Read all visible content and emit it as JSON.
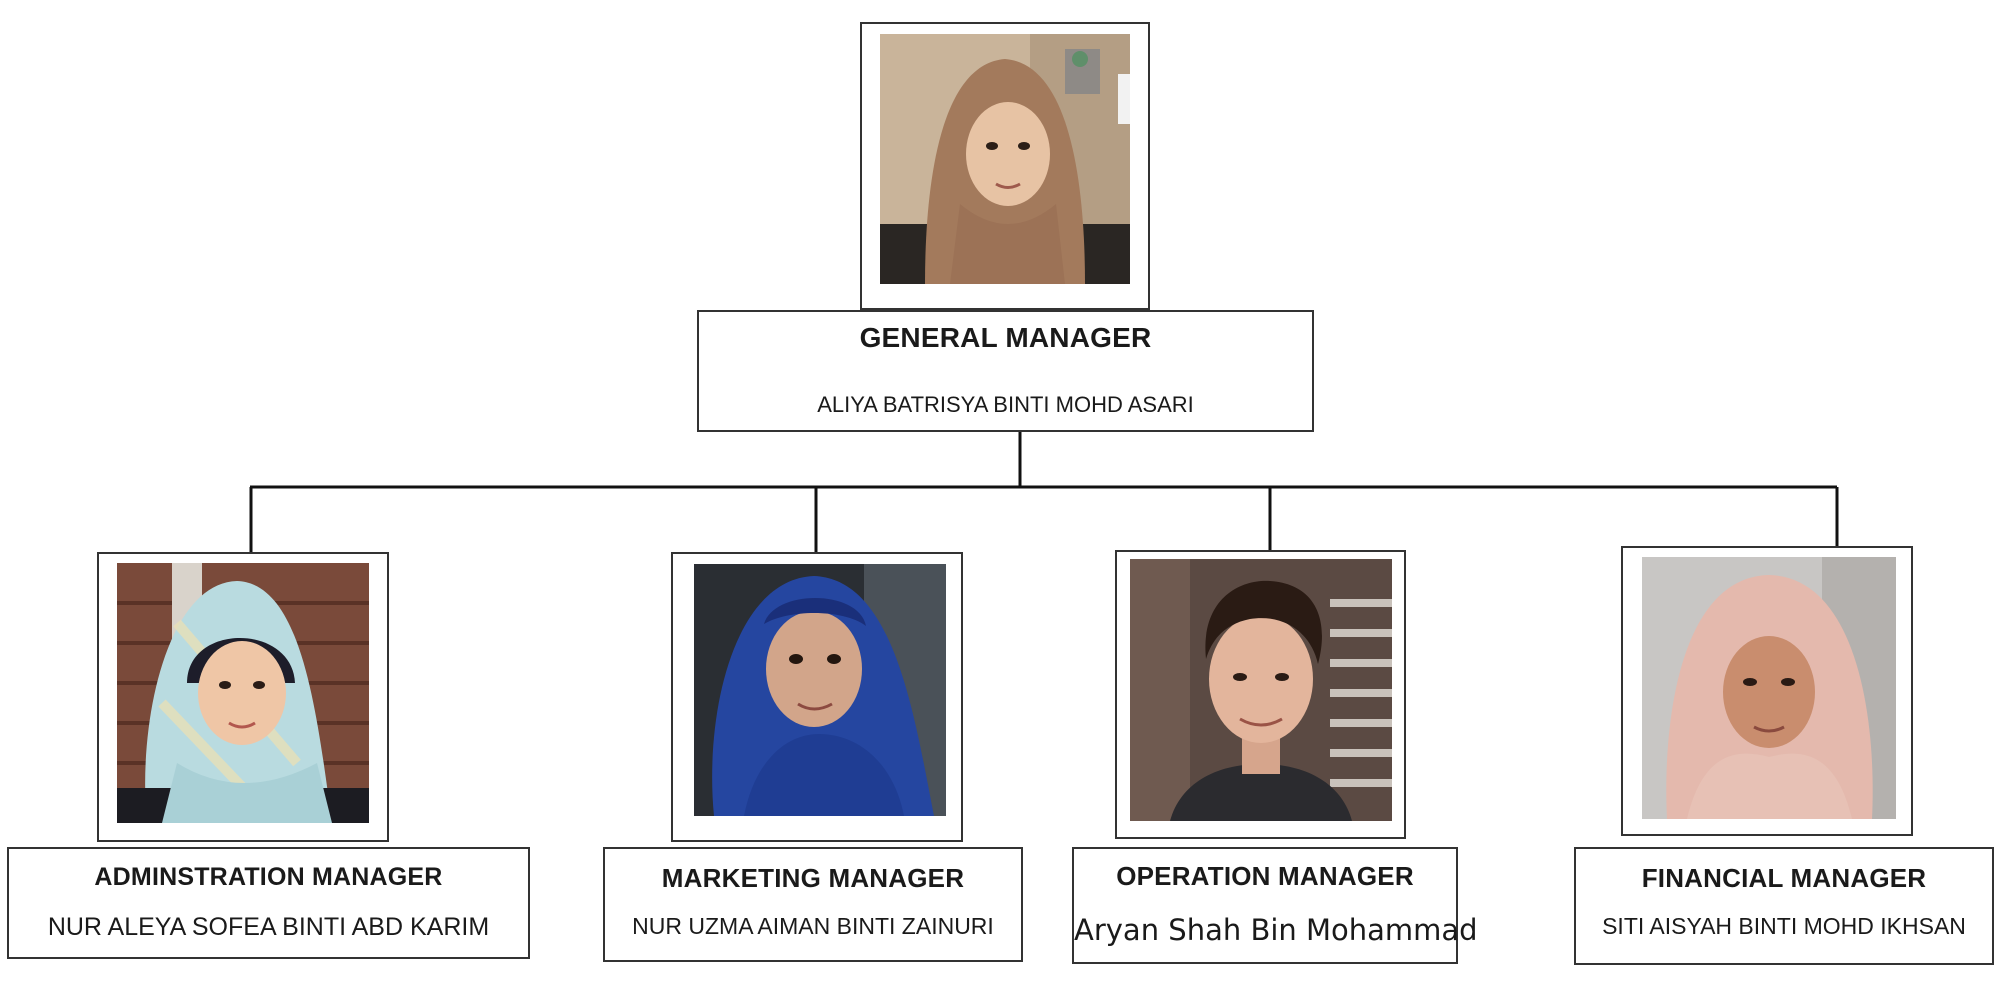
{
  "chart": {
    "top": {
      "role": "GENERAL MANAGER",
      "name": "ALIYA BATRISYA BINTI MOHD ASARI",
      "photo": "portrait-woman-beige-hijab"
    },
    "subordinates": [
      {
        "role": "ADMINSTRATION MANAGER",
        "name": "NUR ALEYA SOFEA BINTI ABD KARIM",
        "photo": "portrait-woman-patterned-hijab"
      },
      {
        "role": "MARKETING MANAGER",
        "name": "NUR UZMA AIMAN BINTI ZAINURI",
        "photo": "portrait-woman-blue-hijab"
      },
      {
        "role": "OPERATION MANAGER",
        "name": "Aryan Shah Bin Mohammad",
        "photo": "portrait-man"
      },
      {
        "role": "FINANCIAL MANAGER",
        "name": "SITI AISYAH BINTI MOHD IKHSAN",
        "photo": "portrait-woman-pink-hijab"
      }
    ]
  }
}
